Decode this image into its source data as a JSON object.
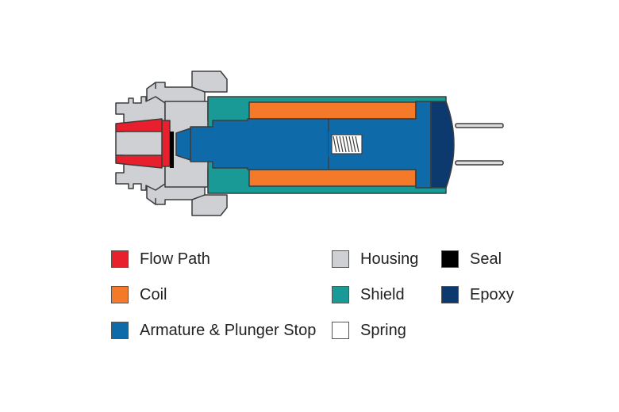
{
  "colors": {
    "flow_path": "#e8202e",
    "coil": "#f47a2a",
    "armature": "#0e6aa8",
    "housing": "#cfd0d3",
    "shield": "#1a9a96",
    "spring": "#ffffff",
    "seal": "#000000",
    "epoxy": "#0d3a6e",
    "outline": "#3c3c3c"
  },
  "legend": [
    {
      "label": "Flow Path",
      "swatch": "#e8202e"
    },
    {
      "label": "Coil",
      "swatch": "#f47a2a"
    },
    {
      "label": "Armature & Plunger Stop",
      "swatch": "#0e6aa8"
    },
    {
      "label": "Housing",
      "swatch": "#cfd0d3"
    },
    {
      "label": "Shield",
      "swatch": "#1a9a96"
    },
    {
      "label": "Spring",
      "swatch": "#ffffff"
    },
    {
      "label": "Seal",
      "swatch": "#000000"
    },
    {
      "label": "Epoxy",
      "swatch": "#0d3a6e"
    }
  ]
}
